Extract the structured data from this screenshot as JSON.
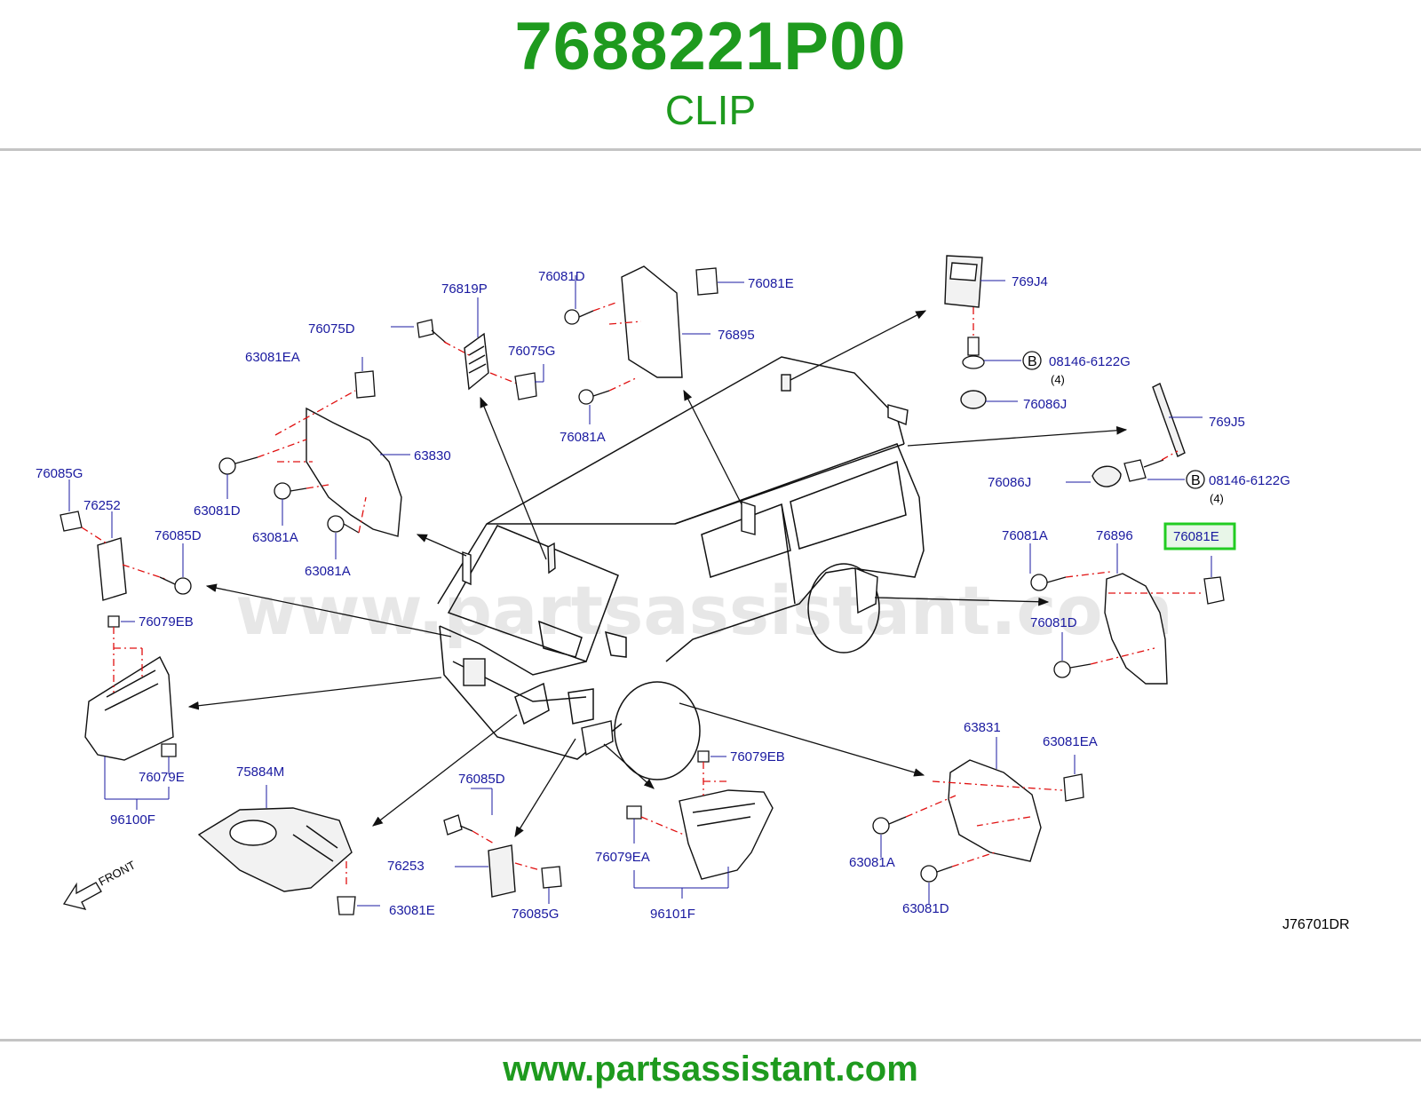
{
  "header": {
    "part_number": "7688221P00",
    "part_name": "CLIP"
  },
  "footer": {
    "url": "www.partsassistant.com"
  },
  "diagram": {
    "watermark": "www.partsassistant.com",
    "diagram_code": "J76701DR",
    "front_label": "FRONT",
    "highlighted_label": "76081E",
    "bolt_marker": "B",
    "labels": {
      "l_76819P": "76819P",
      "l_76081D_top": "76081D",
      "l_76081E_top": "76081E",
      "l_769J4": "769J4",
      "l_76075D": "76075D",
      "l_76075G": "76075G",
      "l_76895": "76895",
      "l_08146_a": "08146-6122G",
      "l_qty_a": "(4)",
      "l_63081EA_top": "63081EA",
      "l_76081A_top": "76081A",
      "l_76086J_a": "76086J",
      "l_769J5": "769J5",
      "l_63830": "63830",
      "l_76085G_left": "76085G",
      "l_76252": "76252",
      "l_63081D_left": "63081D",
      "l_63081A_left": "63081A",
      "l_76086J_b": "76086J",
      "l_08146_b": "08146-6122G",
      "l_qty_b": "(4)",
      "l_76085D_left": "76085D",
      "l_63081A_mid": "63081A",
      "l_76081A_right": "76081A",
      "l_76896": "76896",
      "l_76079EB_left": "76079EB",
      "l_76081D_right": "76081D",
      "l_63831": "63831",
      "l_63081EA_right": "63081EA",
      "l_75884M": "75884M",
      "l_76079EB_mid": "76079EB",
      "l_76079E": "76079E",
      "l_76085D_mid": "76085D",
      "l_96100F": "96100F",
      "l_76079EA": "76079EA",
      "l_63081A_right": "63081A",
      "l_76253": "76253",
      "l_63081E": "63081E",
      "l_76085G_mid": "76085G",
      "l_96101F": "96101F",
      "l_63081D_right": "63081D"
    }
  },
  "colors": {
    "brand_green": "#1e9a1e",
    "label_blue": "#1a1aa0",
    "dashed_red": "#e01010",
    "highlight_green": "#22cc22",
    "highlight_fill": "#e8f6e8",
    "rule_gray": "#c4c4c4"
  }
}
